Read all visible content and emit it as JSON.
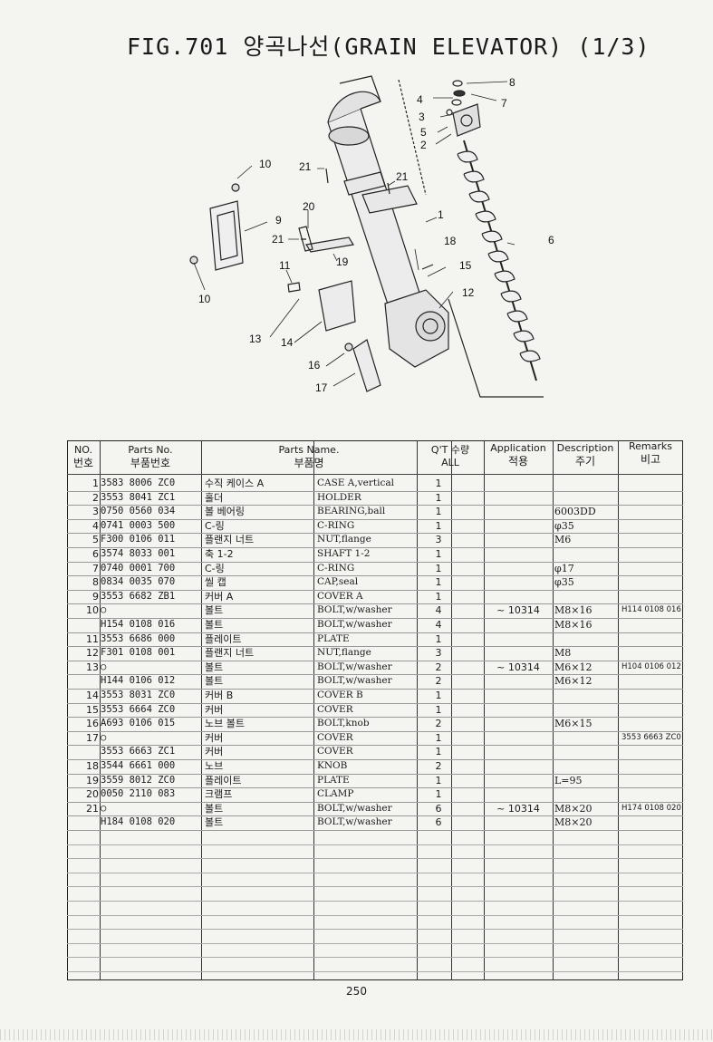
{
  "title": "FIG.701 양곡나선(GRAIN ELEVATOR)  (1/3)",
  "diagram": {
    "callouts": [
      "1",
      "2",
      "3",
      "4",
      "5",
      "6",
      "7",
      "8",
      "9",
      "10",
      "10",
      "11",
      "12",
      "13",
      "14",
      "15",
      "16",
      "17",
      "18",
      "19",
      "20",
      "21",
      "21",
      "21"
    ]
  },
  "table": {
    "headers": {
      "no_en": "NO.",
      "no_ko": "번호",
      "part_en": "Parts No.",
      "part_ko": "부품번호",
      "name_en": "Parts Name.",
      "name_ko": "부품명",
      "qty_en": "Q'T 수량",
      "qty_all": "ALL",
      "app_en": "Application",
      "app_ko": "적용",
      "desc_en": "Description",
      "desc_ko": "주기",
      "rem_en": "Remarks",
      "rem_ko": "비고"
    },
    "rows": [
      {
        "no": "1",
        "part": "3583 8006 ZC0",
        "kname": "수직 케이스 A",
        "name": "CASE A,vertical",
        "qty": "1",
        "app": "",
        "desc": "",
        "rem": ""
      },
      {
        "no": "2",
        "part": "3553 8041 ZC1",
        "kname": "홀더",
        "name": "HOLDER",
        "qty": "1",
        "app": "",
        "desc": "",
        "rem": ""
      },
      {
        "no": "3",
        "part": "0750 0560 034",
        "kname": "볼 베어링",
        "name": "BEARING,ball",
        "qty": "1",
        "app": "",
        "desc": "6003DD",
        "rem": ""
      },
      {
        "no": "4",
        "part": "0741 0003 500",
        "kname": "C-링",
        "name": "C-RING",
        "qty": "1",
        "app": "",
        "desc": "φ35",
        "rem": ""
      },
      {
        "no": "5",
        "part": "F300 0106 011",
        "kname": "플랜지 너트",
        "name": "NUT,flange",
        "qty": "3",
        "app": "",
        "desc": "M6",
        "rem": ""
      },
      {
        "no": "6",
        "part": "3574 8033 001",
        "kname": "축 1-2",
        "name": "SHAFT 1-2",
        "qty": "1",
        "app": "",
        "desc": "",
        "rem": ""
      },
      {
        "no": "7",
        "part": "0740 0001 700",
        "kname": "C-링",
        "name": "C-RING",
        "qty": "1",
        "app": "",
        "desc": "φ17",
        "rem": ""
      },
      {
        "no": "8",
        "part": "0834 0035 070",
        "kname": "씰 캡",
        "name": "CAP,seal",
        "qty": "1",
        "app": "",
        "desc": "φ35",
        "rem": ""
      },
      {
        "no": "9",
        "part": "3553 6682 ZB1",
        "kname": "커버 A",
        "name": "COVER A",
        "qty": "1",
        "app": "",
        "desc": "",
        "rem": ""
      },
      {
        "no": "10",
        "part": "○",
        "kname": "볼트",
        "name": "BOLT,w/washer",
        "qty": "4",
        "app": "~ 10314",
        "desc": "M8×16",
        "rem": "H114 0108 016"
      },
      {
        "no": "",
        "part": "H154 0108 016",
        "kname": "볼트",
        "name": "BOLT,w/washer",
        "qty": "4",
        "app": "",
        "desc": "M8×16",
        "rem": ""
      },
      {
        "no": "11",
        "part": "3553 6686 000",
        "kname": "플레이트",
        "name": "PLATE",
        "qty": "1",
        "app": "",
        "desc": "",
        "rem": ""
      },
      {
        "no": "12",
        "part": "F301 0108 001",
        "kname": "플랜지 너트",
        "name": "NUT,flange",
        "qty": "3",
        "app": "",
        "desc": "M8",
        "rem": ""
      },
      {
        "no": "13",
        "part": "○",
        "kname": "볼트",
        "name": "BOLT,w/washer",
        "qty": "2",
        "app": "~ 10314",
        "desc": "M6×12",
        "rem": "H104 0106 012"
      },
      {
        "no": "",
        "part": "H144 0106 012",
        "kname": "볼트",
        "name": "BOLT,w/washer",
        "qty": "2",
        "app": "",
        "desc": "M6×12",
        "rem": ""
      },
      {
        "no": "14",
        "part": "3553 8031 ZC0",
        "kname": "커버 B",
        "name": "COVER B",
        "qty": "1",
        "app": "",
        "desc": "",
        "rem": ""
      },
      {
        "no": "15",
        "part": "3553 6664 ZC0",
        "kname": "커버",
        "name": "COVER",
        "qty": "1",
        "app": "",
        "desc": "",
        "rem": ""
      },
      {
        "no": "16",
        "part": "A693 0106 015",
        "kname": "노브 볼트",
        "name": "BOLT,knob",
        "qty": "2",
        "app": "",
        "desc": "M6×15",
        "rem": ""
      },
      {
        "no": "17",
        "part": "○",
        "kname": "커버",
        "name": "COVER",
        "qty": "1",
        "app": "",
        "desc": "",
        "rem": "3553 6663 ZC0"
      },
      {
        "no": "",
        "part": "3553 6663 ZC1",
        "kname": "커버",
        "name": "COVER",
        "qty": "1",
        "app": "",
        "desc": "",
        "rem": ""
      },
      {
        "no": "18",
        "part": "3544 6661 000",
        "kname": "노브",
        "name": "KNOB",
        "qty": "2",
        "app": "",
        "desc": "",
        "rem": ""
      },
      {
        "no": "19",
        "part": "3559 8012 ZC0",
        "kname": "플레이트",
        "name": "PLATE",
        "qty": "1",
        "app": "",
        "desc": "L=95",
        "rem": ""
      },
      {
        "no": "20",
        "part": "0050 2110 083",
        "kname": "크램프",
        "name": "CLAMP",
        "qty": "1",
        "app": "",
        "desc": "",
        "rem": ""
      },
      {
        "no": "21",
        "part": "○",
        "kname": "볼트",
        "name": "BOLT,w/washer",
        "qty": "6",
        "app": "~ 10314",
        "desc": "M8×20",
        "rem": "H174 0108 020"
      },
      {
        "no": "",
        "part": "H184 0108 020",
        "kname": "볼트",
        "name": "BOLT,w/washer",
        "qty": "6",
        "app": "",
        "desc": "M8×20",
        "rem": ""
      }
    ]
  },
  "page_number": "250"
}
